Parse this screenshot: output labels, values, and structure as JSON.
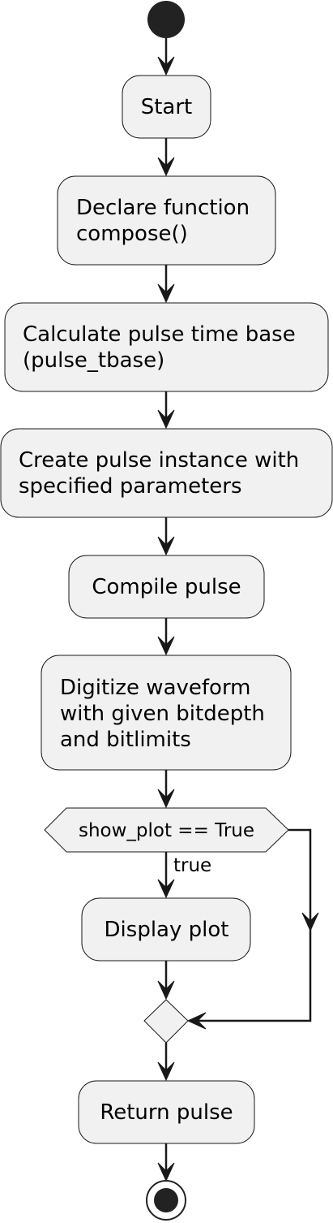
{
  "diagram": {
    "type": "activity",
    "actions": {
      "start": "Start",
      "declare": [
        "Declare function",
        "compose()"
      ],
      "calculate": [
        "Calculate pulse time base",
        "(pulse_tbase)"
      ],
      "create": [
        "Create pulse instance with",
        "specified parameters"
      ],
      "compile": "Compile pulse",
      "digitize": [
        "Digitize waveform",
        "with given bitdepth",
        "and bitlimits"
      ],
      "display": "Display plot",
      "return": "Return pulse"
    },
    "decision": {
      "condition": "show_plot == True",
      "true_label": "true"
    }
  }
}
